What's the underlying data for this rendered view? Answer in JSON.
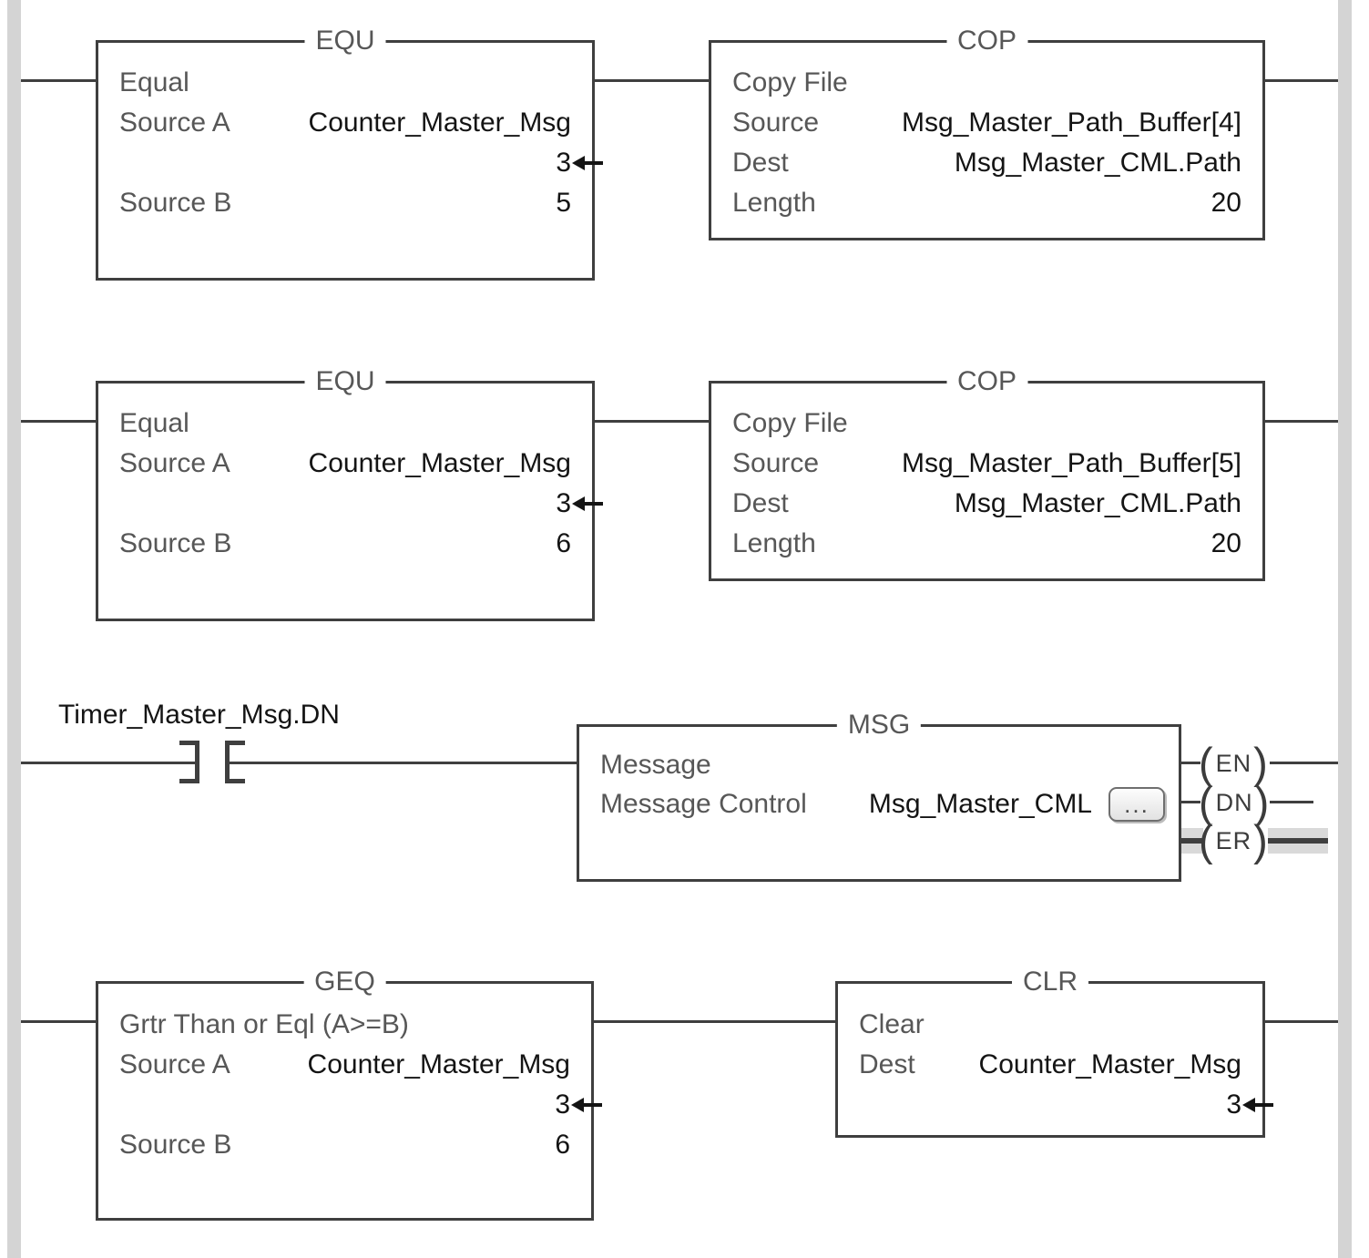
{
  "colors": {
    "wire": "#3f3f3f",
    "rail": "#d4d4d4",
    "label_text": "#575757",
    "value_text": "#141414",
    "er_row_highlight": "#d9d9d9"
  },
  "rungs": {
    "r1": {
      "equ": {
        "mnemonic": "EQU",
        "description": "Equal",
        "source_a_label": "Source A",
        "source_a_tag": "Counter_Master_Msg",
        "source_a_value": "3",
        "source_b_label": "Source B",
        "source_b_value": "5"
      },
      "cop": {
        "mnemonic": "COP",
        "description": "Copy File",
        "source_label": "Source",
        "source_tag": "Msg_Master_Path_Buffer[4]",
        "dest_label": "Dest",
        "dest_tag": "Msg_Master_CML.Path",
        "length_label": "Length",
        "length_value": "20"
      }
    },
    "r2": {
      "equ": {
        "mnemonic": "EQU",
        "description": "Equal",
        "source_a_label": "Source A",
        "source_a_tag": "Counter_Master_Msg",
        "source_a_value": "3",
        "source_b_label": "Source B",
        "source_b_value": "6"
      },
      "cop": {
        "mnemonic": "COP",
        "description": "Copy File",
        "source_label": "Source",
        "source_tag": "Msg_Master_Path_Buffer[5]",
        "dest_label": "Dest",
        "dest_tag": "Msg_Master_CML.Path",
        "length_label": "Length",
        "length_value": "20"
      }
    },
    "r3": {
      "contact_tag": "Timer_Master_Msg.DN",
      "msg": {
        "mnemonic": "MSG",
        "description": "Message",
        "control_label": "Message Control",
        "control_tag": "Msg_Master_CML",
        "browse_button_label": "...",
        "coil_en": "EN",
        "coil_dn": "DN",
        "coil_er": "ER"
      }
    },
    "r4": {
      "geq": {
        "mnemonic": "GEQ",
        "description": "Grtr Than or Eql (A>=B)",
        "source_a_label": "Source A",
        "source_a_tag": "Counter_Master_Msg",
        "source_a_value": "3",
        "source_b_label": "Source B",
        "source_b_value": "6"
      },
      "clr": {
        "mnemonic": "CLR",
        "description": "Clear",
        "dest_label": "Dest",
        "dest_tag": "Counter_Master_Msg",
        "dest_value": "3"
      }
    }
  }
}
